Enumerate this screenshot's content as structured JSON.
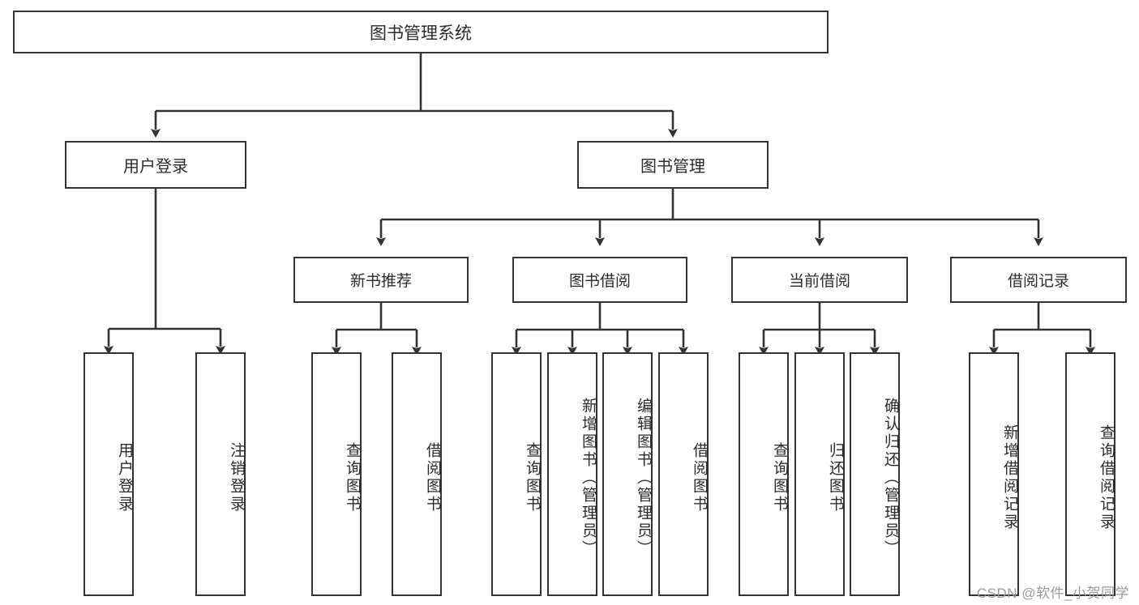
{
  "diagram": {
    "title": "图书管理系统",
    "type": "tree-hierarchy-chart",
    "root": {
      "id": "root",
      "label": "图书管理系统"
    },
    "level1": [
      {
        "id": "user-login",
        "label": "用户登录"
      },
      {
        "id": "book-management",
        "label": "图书管理"
      }
    ],
    "level2": [
      {
        "id": "new-book-recommend",
        "label": "新书推荐",
        "parent": "book-management"
      },
      {
        "id": "book-borrow",
        "label": "图书借阅",
        "parent": "book-management"
      },
      {
        "id": "current-borrow",
        "label": "当前借阅",
        "parent": "book-management"
      },
      {
        "id": "borrow-record",
        "label": "借阅记录",
        "parent": "book-management"
      }
    ],
    "leaves": {
      "user-login": [
        {
          "id": "leaf-user-login",
          "label": "用户登录"
        },
        {
          "id": "leaf-user-logout",
          "label": "注销登录"
        }
      ],
      "new-book-recommend": [
        {
          "id": "leaf-query-book-1",
          "label": "查询图书"
        },
        {
          "id": "leaf-borrow-book-1",
          "label": "借阅图书"
        }
      ],
      "book-borrow": [
        {
          "id": "leaf-query-book-2",
          "label": "查询图书"
        },
        {
          "id": "leaf-add-book",
          "label": "新增图书（管理员）"
        },
        {
          "id": "leaf-edit-book",
          "label": "编辑图书（管理员）"
        },
        {
          "id": "leaf-borrow-book-2",
          "label": "借阅图书"
        }
      ],
      "current-borrow": [
        {
          "id": "leaf-query-book-3",
          "label": "查询图书"
        },
        {
          "id": "leaf-return-book",
          "label": "归还图书"
        },
        {
          "id": "leaf-confirm-return",
          "label": "确认归还（管理员）"
        }
      ],
      "borrow-record": [
        {
          "id": "leaf-add-record",
          "label": "新增借阅记录"
        },
        {
          "id": "leaf-query-record",
          "label": "查询借阅记录"
        }
      ]
    }
  },
  "watermark": {
    "text": "CSDN @软件_小贺同学"
  },
  "colors": {
    "stroke": "#333333",
    "text": "#2b2b2b",
    "background": "#ffffff",
    "watermark": "#9a9a9a"
  }
}
